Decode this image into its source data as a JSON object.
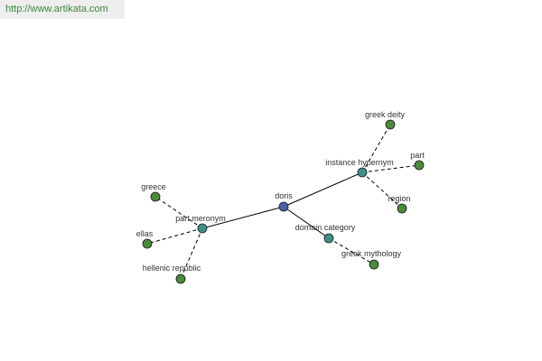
{
  "header": {
    "url": "http://www.artikata.com"
  },
  "colors": {
    "root": "#4a5fa8",
    "relation": "#3f8f87",
    "leaf": "#4a8a3c",
    "url_text": "#3b8a3b"
  },
  "graph": {
    "nodes": [
      {
        "id": "doris",
        "label": "doris",
        "kind": "root"
      },
      {
        "id": "instance_hypernym",
        "label": "instance hypernym",
        "kind": "relation"
      },
      {
        "id": "part_meronym",
        "label": "part meronym",
        "kind": "relation"
      },
      {
        "id": "domain_category",
        "label": "domain category",
        "kind": "relation"
      },
      {
        "id": "greek_deity",
        "label": "greek deity",
        "kind": "leaf"
      },
      {
        "id": "part",
        "label": "part",
        "kind": "leaf"
      },
      {
        "id": "region",
        "label": "region",
        "kind": "leaf"
      },
      {
        "id": "greece",
        "label": "greece",
        "kind": "leaf"
      },
      {
        "id": "ellas",
        "label": "ellas",
        "kind": "leaf"
      },
      {
        "id": "hellenic_republic",
        "label": "hellenic republic",
        "kind": "leaf"
      },
      {
        "id": "greek_mythology",
        "label": "greek mythology",
        "kind": "leaf"
      }
    ],
    "edges": [
      {
        "from": "doris",
        "to": "instance_hypernym",
        "style": "solid"
      },
      {
        "from": "doris",
        "to": "part_meronym",
        "style": "solid"
      },
      {
        "from": "doris",
        "to": "domain_category",
        "style": "solid"
      },
      {
        "from": "instance_hypernym",
        "to": "greek_deity",
        "style": "dashed"
      },
      {
        "from": "instance_hypernym",
        "to": "part",
        "style": "dashed"
      },
      {
        "from": "instance_hypernym",
        "to": "region",
        "style": "dashed"
      },
      {
        "from": "part_meronym",
        "to": "greece",
        "style": "dashed"
      },
      {
        "from": "part_meronym",
        "to": "ellas",
        "style": "dashed"
      },
      {
        "from": "part_meronym",
        "to": "hellenic_republic",
        "style": "dashed"
      },
      {
        "from": "domain_category",
        "to": "greek_mythology",
        "style": "dashed"
      }
    ]
  }
}
